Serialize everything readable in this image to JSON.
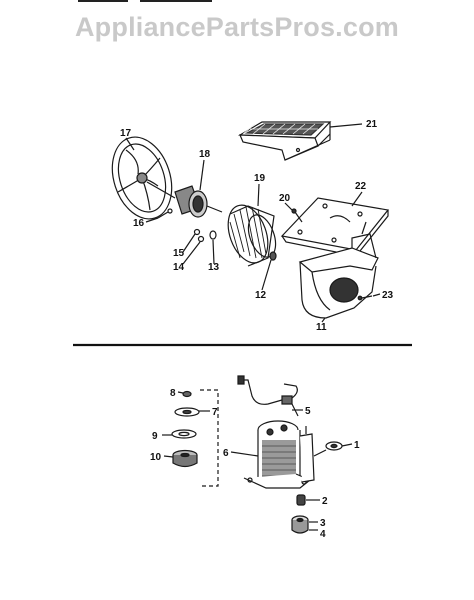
{
  "watermark": "AppliancePartsPros.com",
  "callouts": {
    "c1": "1",
    "c2": "2",
    "c3": "3",
    "c4": "4",
    "c5": "5",
    "c6": "6",
    "c7": "7",
    "c8": "8",
    "c9": "9",
    "c10": "10",
    "c11": "11",
    "c12": "12",
    "c13": "13",
    "c14": "14",
    "c15": "15",
    "c16": "16",
    "c17": "17",
    "c18": "18",
    "c19": "19",
    "c20": "20",
    "c21": "21",
    "c22": "22",
    "c23": "23"
  }
}
